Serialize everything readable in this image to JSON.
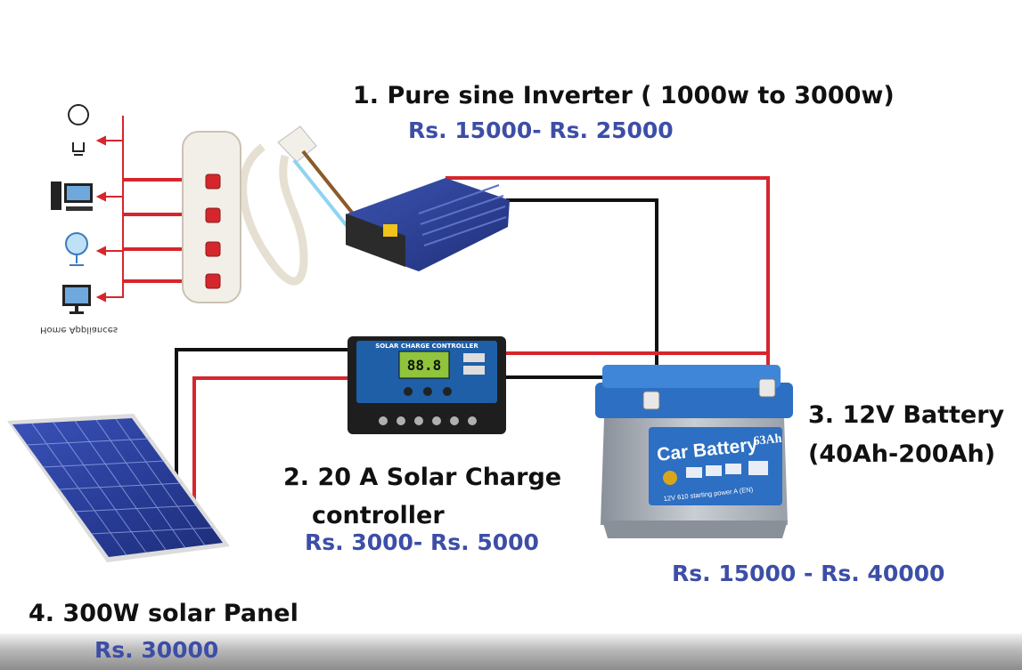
{
  "inverter": {
    "title": "1. Pure sine Inverter ( 1000w to 3000w)",
    "price": "Rs. 15000- Rs. 25000"
  },
  "controller": {
    "title_line1": "2. 20 A Solar Charge",
    "title_line2": "controller",
    "price": "Rs. 3000- Rs. 5000",
    "device_label": "SOLAR CHARGE CONTROLLER",
    "display": "88.8"
  },
  "battery": {
    "title_line1": "3. 12V Battery",
    "title_line2": "(40Ah-200Ah)",
    "price": "Rs. 15000 - Rs. 40000",
    "brand": "Car Battery",
    "capacity": "63Ah",
    "strip_text": "12V  610 starting power A (EN)"
  },
  "panel": {
    "title": "4. 300W solar Panel",
    "price": "Rs. 30000"
  },
  "appliances": {
    "caption": "Home Appliances",
    "icons": [
      "bulb-icon",
      "computer-icon",
      "fan-icon",
      "monitor-icon"
    ]
  },
  "colors": {
    "wire_red": "#d6262d",
    "wire_black": "#111111",
    "price_blue": "#3d4ea7",
    "inverter_blue": "#2a3f8f",
    "panel_blue": "#2b3f9e"
  }
}
